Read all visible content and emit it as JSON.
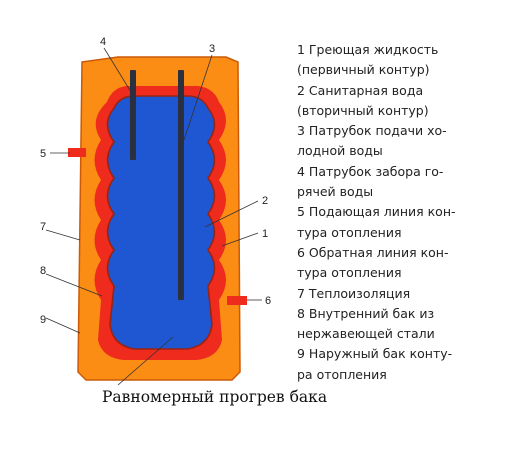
{
  "colors": {
    "outer_tank": "#fb8c14",
    "outer_tank_stroke": "#cc5a08",
    "heating_fluid": "#ef2b1e",
    "inner_tank": "#1f56d2",
    "inner_tank_stroke": "#9a2412",
    "pipe": "#2a3040"
  },
  "callouts": [
    {
      "num": "1",
      "label": "1"
    },
    {
      "num": "2",
      "label": "2"
    },
    {
      "num": "3",
      "label": "3"
    },
    {
      "num": "4",
      "label": "4"
    },
    {
      "num": "5",
      "label": "5"
    },
    {
      "num": "6",
      "label": "6"
    },
    {
      "num": "7",
      "label": "7"
    },
    {
      "num": "8",
      "label": "8"
    },
    {
      "num": "9",
      "label": "9"
    }
  ],
  "legend": [
    {
      "text": "1 Греющая жидкость\n(первичный контур)"
    },
    {
      "text": "2 Санитарная вода\n(вторичный контур)"
    },
    {
      "text": "3 Патрубок подачи хо-\nлодной воды"
    },
    {
      "text": "4 Патрубок забора го-\nрячей воды"
    },
    {
      "text": "5 Подающая линия кон-\nтура отопления"
    },
    {
      "text": "6 Обратная линия кон-\nтура отопления"
    },
    {
      "text": "7 Теплоизоляция"
    },
    {
      "text": "8 Внутренний бак из\nнержавеющей стали"
    },
    {
      "text": "9 Наружный бак конту-\nра отопления"
    }
  ],
  "caption": "Равномерный прогрев бака"
}
